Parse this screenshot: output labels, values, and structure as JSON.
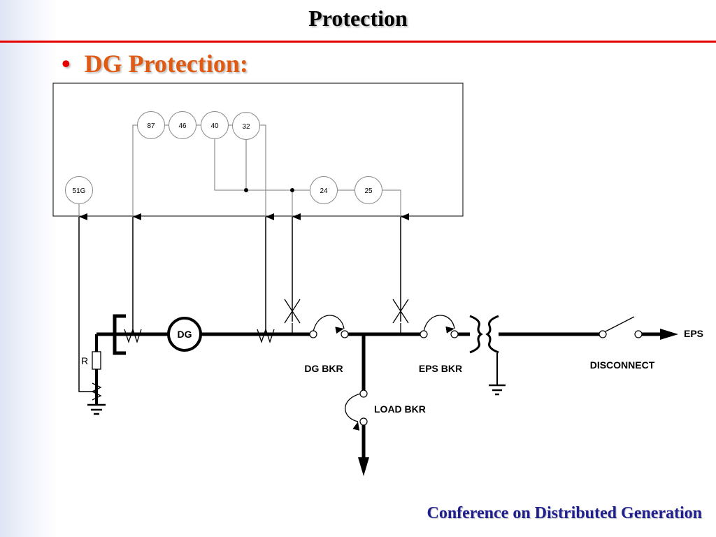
{
  "slide": {
    "title": "Protection",
    "bullet": "DG Protection:",
    "footer": "Conference on Distributed Generation"
  },
  "diagram": {
    "relays": {
      "r87": "87",
      "r46": "46",
      "r40": "40",
      "r32": "32",
      "r51g": "51G",
      "r24": "24",
      "r25": "25"
    },
    "generator_label": "DG",
    "resistor_label": "R",
    "dg_bkr_label": "DG BKR",
    "eps_bkr_label": "EPS BKR",
    "load_bkr_label": "LOAD BKR",
    "disconnect_label": "DISCONNECT",
    "eps_label": "EPS"
  },
  "colors": {
    "title_rule": "#e60000",
    "bullet_text": "#e05a14",
    "footer_text": "#1f1f8f"
  }
}
